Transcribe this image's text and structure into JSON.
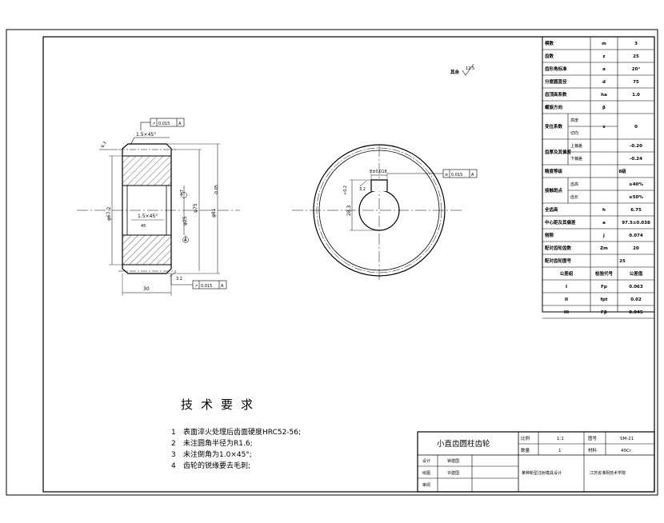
{
  "param_table": {
    "rows": [
      {
        "name": "模数",
        "sym": "m",
        "val": "3"
      },
      {
        "name": "齿数",
        "sym": "z",
        "val": "25"
      },
      {
        "name": "齿形角标准",
        "sym": "α",
        "val": "20°"
      },
      {
        "name": "分度圆直径",
        "sym": "d",
        "val": "75"
      },
      {
        "name": "齿顶高系数",
        "sym": "ha",
        "val": "1.0"
      },
      {
        "name": "螺旋方向",
        "sym": "β",
        "val": ""
      },
      {
        "name": "变位系数",
        "sub1": "高度",
        "sub2": "切向",
        "sym": "x",
        "val": "0"
      },
      {
        "name": "齿厚及其偏差",
        "sub1": "上偏差",
        "sub2": "下偏差",
        "val1": "-0.20",
        "val2": "-0.24"
      },
      {
        "name": "精度等级",
        "val": "8级"
      },
      {
        "name": "接触斑点",
        "sub1": "齿高",
        "sub2": "齿长",
        "val1": "≥40%",
        "val2": "≥50%"
      },
      {
        "name": "全齿高",
        "sym": "h",
        "val": "6.75"
      },
      {
        "name": "中心距及其偏差",
        "sym": "a",
        "val": "97.5±0.038"
      },
      {
        "name": "侧隙",
        "sym": "j",
        "val": "0.074"
      },
      {
        "name": "配对齿轮齿数",
        "sym": "Zm",
        "val": "20"
      },
      {
        "name": "配对齿轮图号",
        "val": "25"
      }
    ],
    "tol_header": {
      "group": "公差组",
      "code": "检验代号",
      "value": "公差值"
    },
    "tol_rows": [
      {
        "group": "I",
        "code": "Fp",
        "value": "0.063"
      },
      {
        "group": "II",
        "code": "fpt",
        "value": "0.02"
      },
      {
        "group": "III",
        "code": "Fβ",
        "value": "0.045"
      }
    ]
  },
  "roughness_note": "其余",
  "roughness_value": "12.5",
  "section_view": {
    "chamfer": "1.5×45°",
    "chamfer2": "1.5×45°",
    "tol_frame1": {
      "value": "0.015",
      "datum": "A"
    },
    "tol_frame2": {
      "value": "0.015",
      "datum": "A"
    },
    "width": "30",
    "d_left": "φ67.2",
    "d_bore": "φ25",
    "d_pitch": "φ75",
    "d_tip": "φ81",
    "tip_tol": "-0.05",
    "datum": "A",
    "rough_top": "6.3",
    "rough_bottom": "3.2",
    "bore_fit": "H7"
  },
  "side_view": {
    "tol_frame": {
      "value": "0.015",
      "datum": "A"
    },
    "keyway_width": "8±0.018",
    "keyway_depth": "28.3",
    "keyway_depth_tol": "+0.2",
    "key_rough": "3.2"
  },
  "requirements": {
    "title": "技术要求",
    "items": [
      {
        "num": "1",
        "text": "表面淬火处理后齿面硬度HRC52-56;"
      },
      {
        "num": "2",
        "text": "未注圆角半径为R1.6;"
      },
      {
        "num": "3",
        "text": "未注倒角为1.0×45°;"
      },
      {
        "num": "4",
        "text": "齿轮的锐缘要去毛刺;"
      }
    ]
  },
  "title_block": {
    "part_name": "小直齿圆柱齿轮",
    "scale_label": "比例",
    "scale": "1:1",
    "drawing_no_label": "图号",
    "drawing_no": "SM-21",
    "qty_label": "数量",
    "qty": "1",
    "material_label": "材料",
    "material": "40Cr",
    "designer_label": "设计",
    "designer": "钟建国",
    "drawer_label": "绘图",
    "drawer": "许建国",
    "checker_label": "审阅",
    "project": "某种新型注射模具设计",
    "school": "江苏省淮阴技术学院"
  },
  "colors": {
    "ink": "#000000",
    "paper": "#ffffff"
  }
}
